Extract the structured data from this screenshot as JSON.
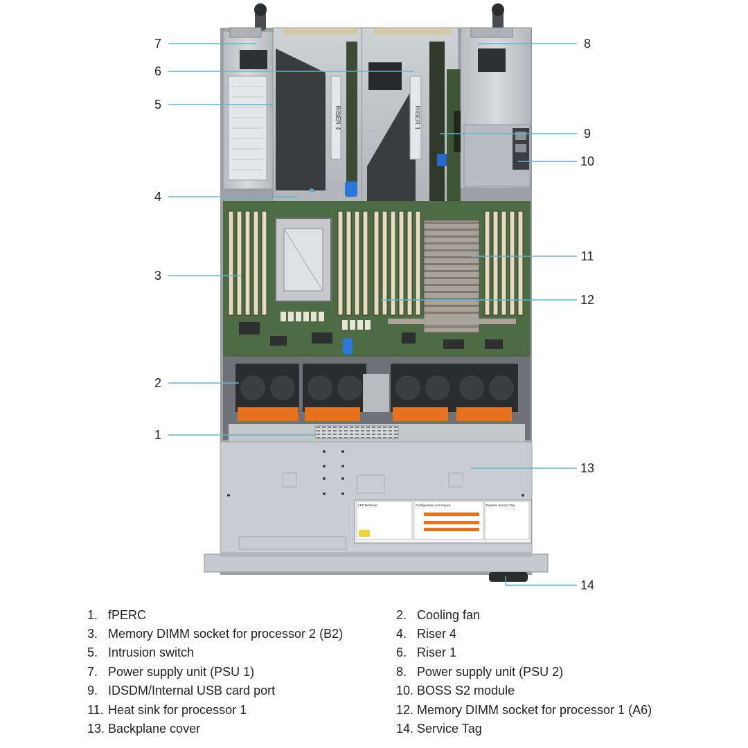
{
  "figure": {
    "riser_labels": {
      "riser4": "RISER 4",
      "riser1": "RISER 1"
    },
    "label_panel": {
      "section_led": "LED Behavior",
      "section_config": "Configuration and Layout",
      "section_service": "Express Service Tag"
    }
  },
  "callouts": [
    {
      "num": "1",
      "label": "fPERC"
    },
    {
      "num": "2",
      "label": "Cooling fan"
    },
    {
      "num": "3",
      "label": "Memory DIMM socket for processor 2 (B2)"
    },
    {
      "num": "4",
      "label": "Riser 4"
    },
    {
      "num": "5",
      "label": "Intrusion switch"
    },
    {
      "num": "6",
      "label": "Riser 1"
    },
    {
      "num": "7",
      "label": "Power supply unit (PSU 1)"
    },
    {
      "num": "8",
      "label": "Power supply unit (PSU 2)"
    },
    {
      "num": "9",
      "label": "IDSDM/Internal USB card port"
    },
    {
      "num": "10",
      "label": "BOSS S2 module"
    },
    {
      "num": "11",
      "label": "Heat sink for processor 1"
    },
    {
      "num": "12",
      "label": "Memory DIMM socket for processor 1 (A6)"
    },
    {
      "num": "13",
      "label": "Backplane cover"
    },
    {
      "num": "14",
      "label": "Service Tag"
    }
  ],
  "legend_numbers": [
    "1.",
    "2.",
    "3.",
    "4.",
    "5.",
    "6.",
    "7.",
    "8.",
    "9.",
    "10.",
    "11.",
    "12.",
    "13.",
    "14."
  ],
  "colors": {
    "callout_line": "#5bb7d5",
    "chassis": "#c9ccd0",
    "fan_bracket": "#e8731e",
    "motherboard": "#4d6b45",
    "dimm": "#e6dcc0"
  }
}
